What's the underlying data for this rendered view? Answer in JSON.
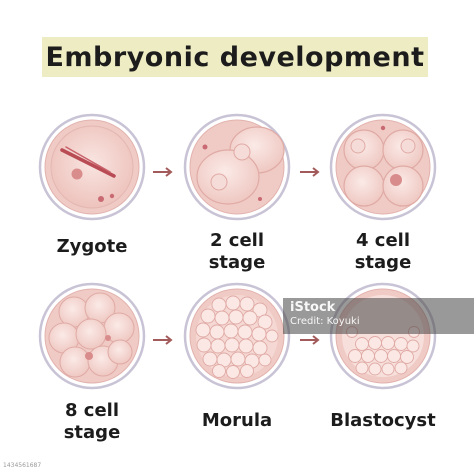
{
  "title": "Embryonic development",
  "stages": [
    {
      "label_line1": "Zygote",
      "label_line2": ""
    },
    {
      "label_line1": "2 cell",
      "label_line2": "stage"
    },
    {
      "label_line1": "4 cell",
      "label_line2": "stage"
    },
    {
      "label_line1": "8 cell",
      "label_line2": "stage"
    },
    {
      "label_line1": "Morula",
      "label_line2": ""
    },
    {
      "label_line1": "Blastocyst",
      "label_line2": ""
    }
  ],
  "watermark": {
    "brand": "iStock",
    "credit": "Credit: Koyuki"
  },
  "stock_id": "1434561687",
  "colors": {
    "title_bg": "#eeecc2",
    "outer_ring": "#c9c3d6",
    "zona": "#ecc9c4",
    "cytoplasm": "#f3d7d2",
    "cell_stroke": "#e4b7b2",
    "nucleus": "#d98c8c",
    "arrow": "#a35a5a"
  }
}
